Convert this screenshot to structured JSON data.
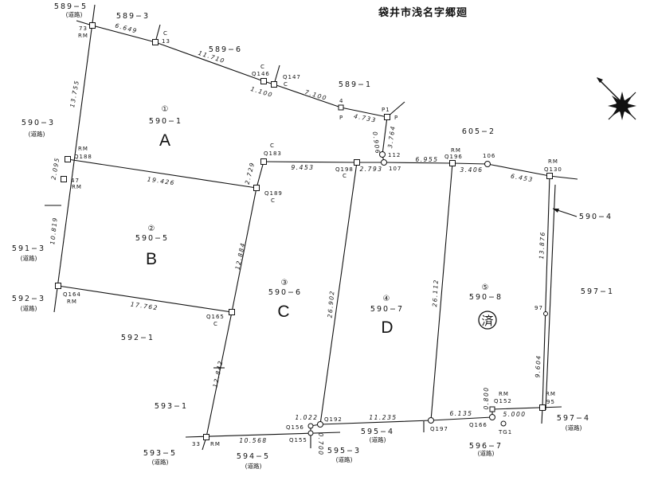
{
  "title": "袋井市浅名字郷廻",
  "road": "(道路)",
  "parcels": {
    "p589_5": "589−5",
    "p589_3": "589−3",
    "p589_6": "589−6",
    "p589_1": "589−1",
    "p590_3": "590−3",
    "p605_2": "605−2",
    "p591_3": "591−3",
    "p592_3": "592−3",
    "p592_1": "592−1",
    "p593_1": "593−1",
    "p593_5": "593−5",
    "p594_5": "594−5",
    "p595_3": "595−3",
    "p595_4": "595−4",
    "p596_7": "596−7",
    "p597_4": "597−4",
    "p597_1": "597−1",
    "p590_4": "590−4"
  },
  "lots": [
    {
      "num": "①",
      "id": "590−1",
      "letter": "A"
    },
    {
      "num": "②",
      "id": "590−5",
      "letter": "B"
    },
    {
      "num": "③",
      "id": "590−6",
      "letter": "C"
    },
    {
      "num": "④",
      "id": "590−7",
      "letter": "D"
    },
    {
      "num": "⑤",
      "id": "590−8",
      "stamp": "済"
    }
  ],
  "distances": {
    "d1": "6.649",
    "d2": "11.710",
    "d3": "1.100",
    "d4": "7.100",
    "d5": "4.733",
    "d6": "3.764",
    "d7": "0.906",
    "d8": "13.755",
    "d9": "2.095",
    "d10": "19.426",
    "d11": "2.729",
    "d12": "9.453",
    "d13": "2.793",
    "d14": "6.955",
    "d15": "3.406",
    "d16": "6.453",
    "d17": "10.819",
    "d18": "12.884",
    "d19": "17.762",
    "d20": "26.902",
    "d21": "26.112",
    "d22": "13.876",
    "d23": "9.604",
    "d24": "12.842",
    "d25": "10.568",
    "d26": "1.022",
    "d27": "0.700",
    "d28": "11.235",
    "d29": "6.135",
    "d30": "0.800",
    "d31": "5.000"
  },
  "points": {
    "rm": "RM",
    "c": "C",
    "p": "P",
    "n73": "73",
    "n13": "13",
    "q146": "Q146",
    "q147": "Q147",
    "n4": "4",
    "p1": "P1",
    "n112": "112",
    "n107": "107",
    "q183": "Q183",
    "q198": "Q198",
    "q196": "Q196",
    "n106": "106",
    "q130": "Q130",
    "q188": "Q188",
    "n47": "47",
    "q189": "Q189",
    "q164": "Q164",
    "q165": "Q165",
    "n97": "97",
    "n33": "33",
    "q156": "Q156",
    "q155": "Q155",
    "q192": "Q192",
    "q197": "Q197",
    "q166": "Q166",
    "q152": "Q152",
    "tg1": "TG1",
    "n95": "95"
  }
}
